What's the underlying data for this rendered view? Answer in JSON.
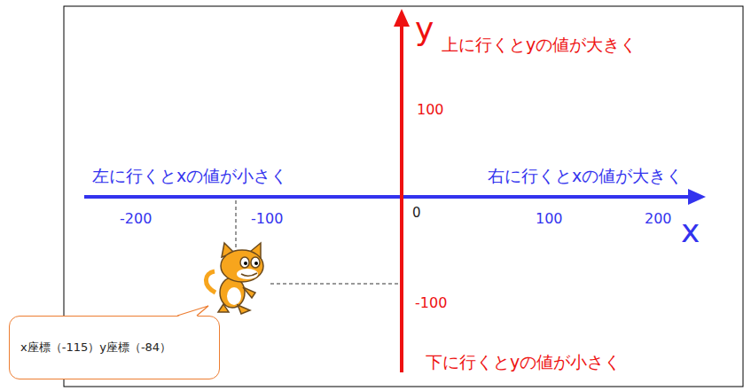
{
  "diagram": {
    "nodes": [
      {
        "text": [
          "x座標（-115）y座標（-84）"
        ]
      }
    ],
    "edges": [],
    "labels": [
      "y",
      "上に行くとyの値が大きく",
      "100",
      "左に行くとxの値が小さく",
      "右に行くとxの値が大きく",
      "-200",
      "-100",
      "0",
      "100",
      "200",
      "x",
      "-100",
      "下に行くとyの値が小さく"
    ]
  }
}
